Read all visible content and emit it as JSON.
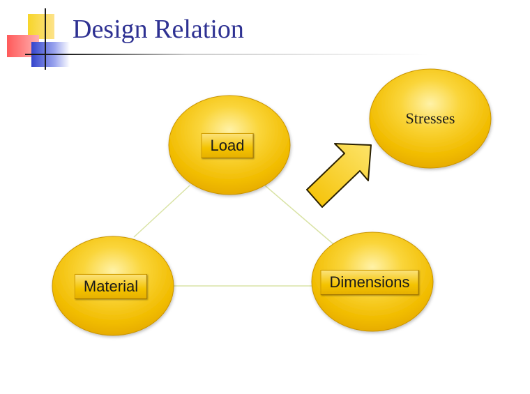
{
  "title": "Design Relation",
  "diagram": {
    "nodes": {
      "load": "Load",
      "material": "Material",
      "dimensions": "Dimensions",
      "stresses": "Stresses"
    }
  },
  "colors": {
    "title": "#2e3192",
    "node_fill": "#f4c000",
    "node_highlight": "#fff2a8",
    "connector": "#d9e3a5",
    "arrow_fill": "#f8cf1c"
  }
}
